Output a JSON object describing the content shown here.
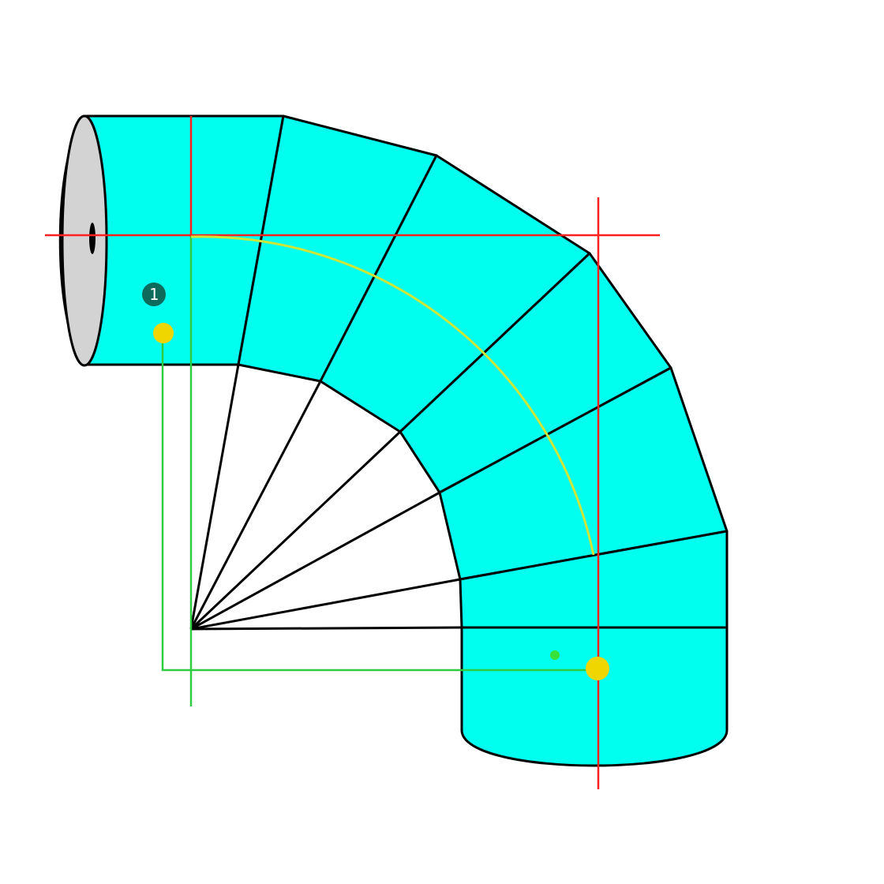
{
  "diagram": {
    "marker": {
      "label": "1"
    },
    "segment_count": 7,
    "bend_angle_deg": 90,
    "colors": {
      "pipe_fill": "#00FFEE",
      "pipe_outline": "#000000",
      "end_face": "#D3D3D3",
      "guide_lines": "#FF2020",
      "bend_arc": "#CCE63A",
      "connector": "#2ECC40",
      "handle": "#F0D600",
      "small_dot": "#39E03A",
      "marker_fill": "#0E6B5C",
      "marker_text": "#FFFFFF"
    }
  }
}
